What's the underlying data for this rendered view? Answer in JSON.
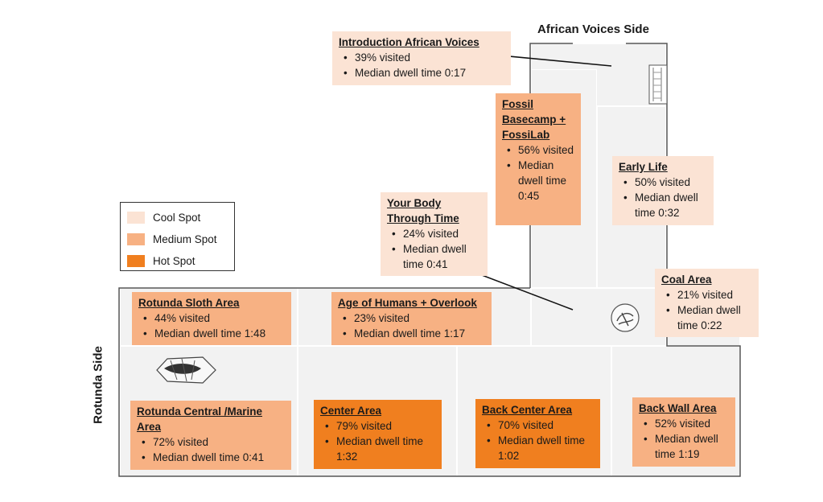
{
  "labels": {
    "african_voices_side": "African Voices Side",
    "rotunda_side": "Rotunda Side"
  },
  "legend": {
    "items": [
      {
        "label": "Cool Spot",
        "color": "#fbe3d4"
      },
      {
        "label": "Medium Spot",
        "color": "#f7b183"
      },
      {
        "label": "Hot Spot",
        "color": "#f07f1f"
      }
    ]
  },
  "zones": {
    "intro_african_voices": {
      "title": "Introduction African Voices",
      "visited": "39% visited",
      "dwell": "Median dwell time 0:17",
      "heat": "cool"
    },
    "fossil_basecamp": {
      "title": "Fossil Basecamp + FossiLab",
      "visited": "56% visited",
      "dwell": "Median dwell time 0:45",
      "heat": "medium"
    },
    "early_life": {
      "title": "Early Life",
      "visited": "50% visited",
      "dwell": "Median dwell time 0:32",
      "heat": "cool"
    },
    "your_body": {
      "title": "Your Body Through Time",
      "visited": "24% visited",
      "dwell": "Median dwell time 0:41",
      "heat": "cool"
    },
    "coal_area": {
      "title": "Coal Area",
      "visited": "21% visited",
      "dwell": "Median dwell time 0:22",
      "heat": "cool"
    },
    "rotunda_sloth": {
      "title": "Rotunda Sloth Area",
      "visited": "44% visited",
      "dwell": "Median dwell time 1:48",
      "heat": "medium"
    },
    "age_of_humans": {
      "title": "Age of Humans + Overlook",
      "visited": "23% visited",
      "dwell": "Median dwell time 1:17",
      "heat": "medium"
    },
    "rotunda_central": {
      "title": "Rotunda Central /Marine Area",
      "visited": "72% visited",
      "dwell": "Median dwell time 0:41",
      "heat": "medium"
    },
    "center_area": {
      "title": "Center Area",
      "visited": "79% visited",
      "dwell": "Median dwell time 1:32",
      "heat": "hot"
    },
    "back_center": {
      "title": "Back Center Area",
      "visited": "70% visited",
      "dwell": "Median dwell time 1:02",
      "heat": "hot"
    },
    "back_wall": {
      "title": "Back Wall Area",
      "visited": "52% visited",
      "dwell": "Median dwell time 1:19",
      "heat": "medium"
    }
  }
}
